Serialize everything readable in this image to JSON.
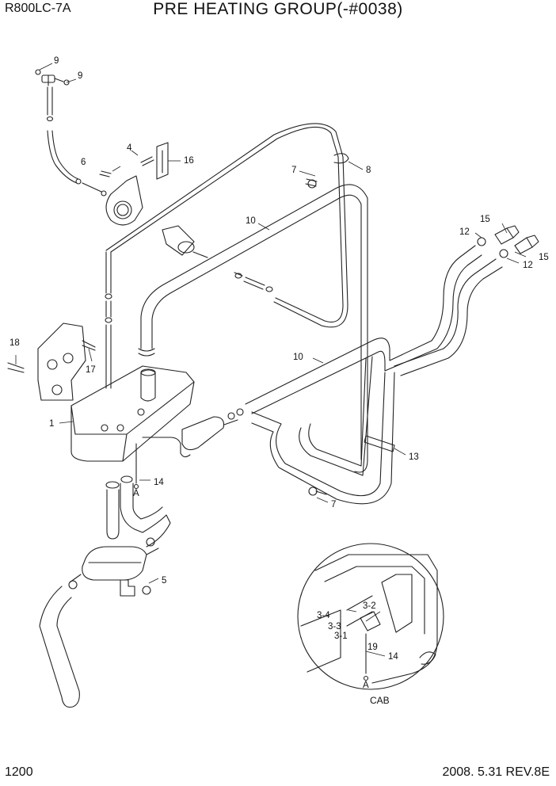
{
  "header": {
    "model": "R800LC-7A",
    "title": "PRE HEATING GROUP(-#0038)"
  },
  "footer": {
    "page": "1200",
    "date_rev": "2008. 5.31  REV.8E"
  },
  "callouts": {
    "c9a": "9",
    "c9b": "9",
    "c4": "4",
    "c16": "16",
    "c6": "6",
    "c7a": "7",
    "c8": "8",
    "c10a": "10",
    "c15a": "15",
    "c12a": "12",
    "c15b": "15",
    "c12b": "12",
    "c18": "18",
    "c17": "17",
    "c10b": "10",
    "c1": "1",
    "c14a": "14",
    "cA1": "A",
    "c13": "13",
    "c7b": "7",
    "c5": "5",
    "c32": "3-2",
    "c34": "3-4",
    "c33": "3-3",
    "c31": "3-1",
    "c19": "19",
    "c14b": "14",
    "cA2": "A"
  },
  "detail": {
    "label": "CAB"
  }
}
